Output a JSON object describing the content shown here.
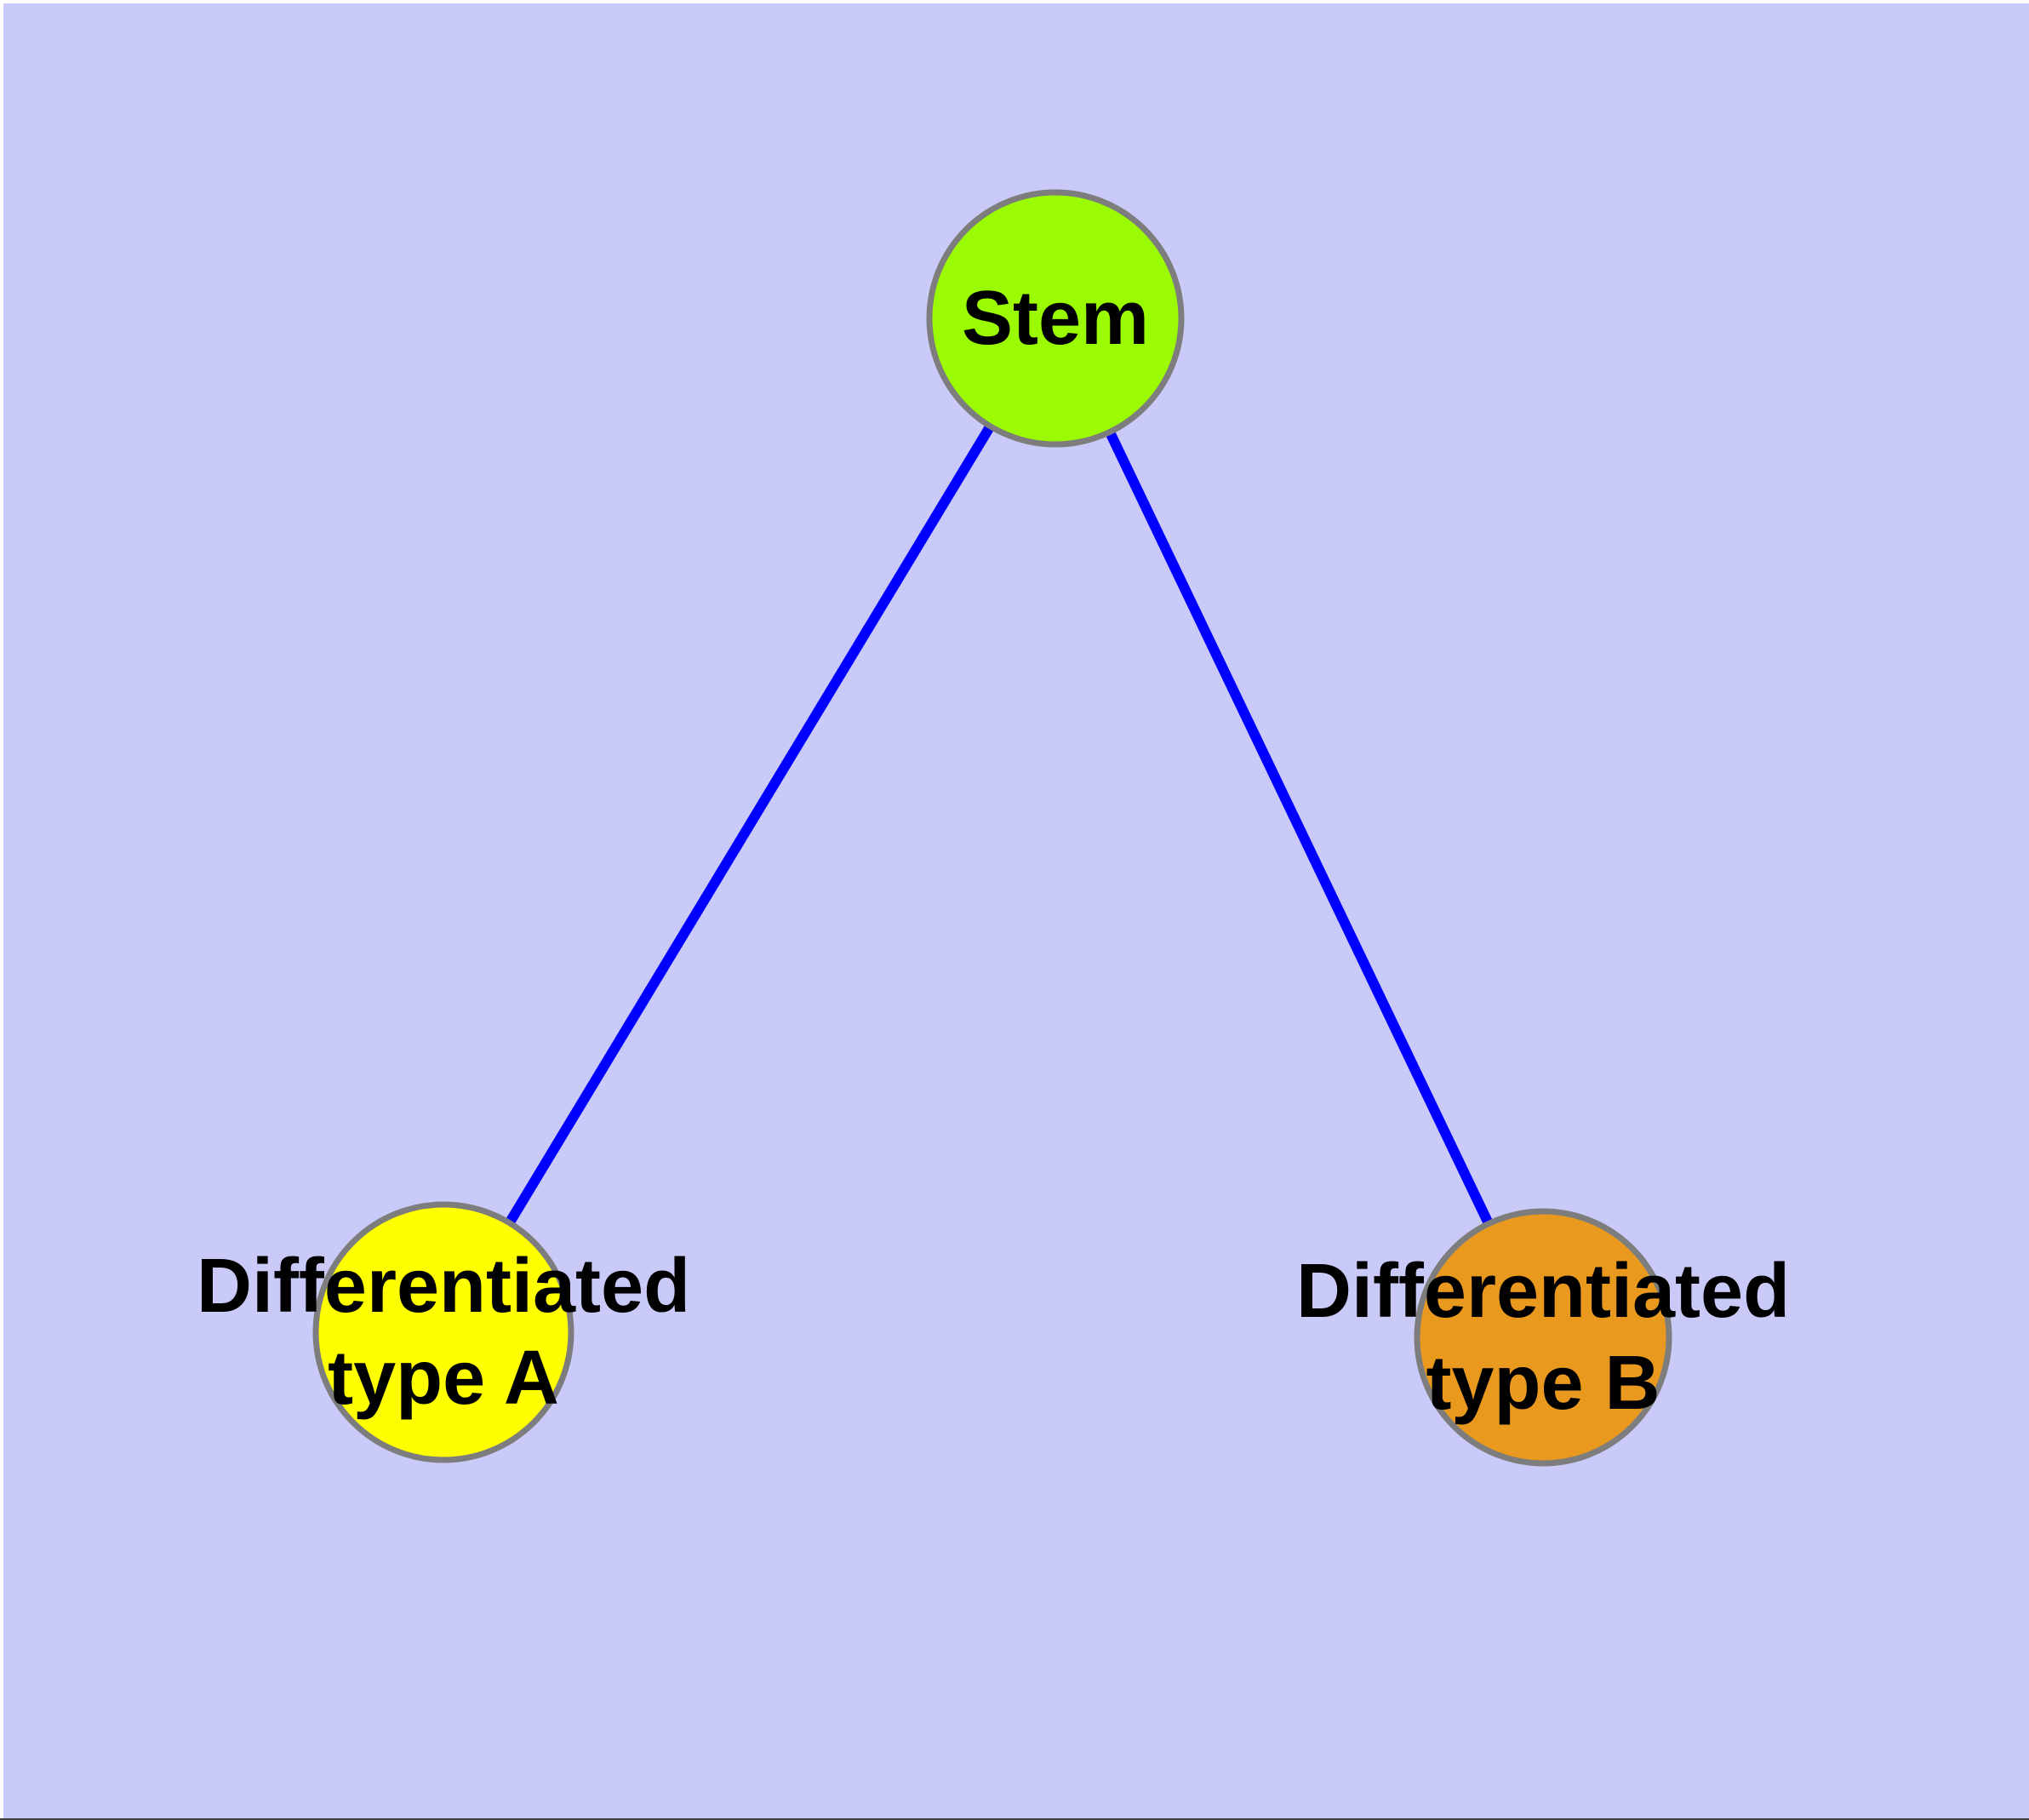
{
  "diagram": {
    "background_color": "#CACAF8",
    "edge_color": "#0000FF",
    "node_border_color": "#7D7D7D",
    "label_color": "#000000",
    "nodes": {
      "stem": {
        "label": "Stem",
        "color": "#9AFB02"
      },
      "type_a": {
        "label_line1": "Differentiated",
        "label_line2": "type A",
        "color": "#FFFF00"
      },
      "type_b": {
        "label_line1": "Differentiated",
        "label_line2": "type B",
        "color": "#E8991E"
      }
    },
    "edges": [
      {
        "from": "Stem",
        "to": "Differentiated type A"
      },
      {
        "from": "Stem",
        "to": "Differentiated type B"
      }
    ]
  }
}
